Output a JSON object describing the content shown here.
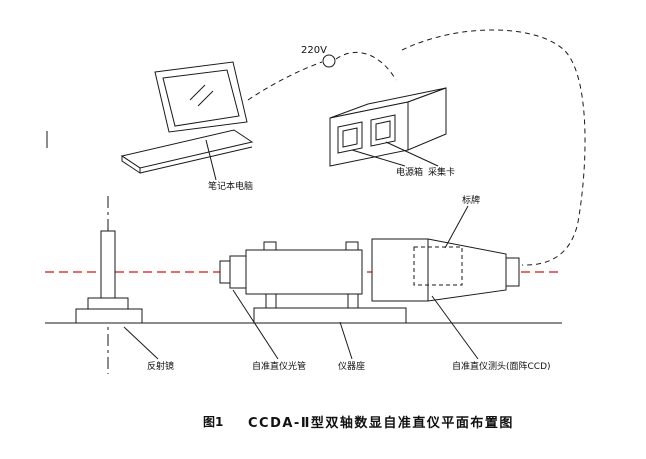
{
  "figure": {
    "caption_no": "图1",
    "caption_title": "CCDA-Ⅱ型双轴数显自准直仪平面布置图"
  },
  "labels": {
    "voltage": "220V",
    "laptop": "笔记本电脑",
    "power_box": "电源箱",
    "capture_card": "采集卡",
    "nameplate": "标牌",
    "reflector": "反射镜",
    "collimator_tube": "自准直仪光管",
    "instrument_base": "仪器座",
    "sensor_head": "自准直仪测头(面阵CCD)"
  },
  "colors": {
    "optical_axis": "#e03a3a",
    "ink": "#1a1a1a"
  }
}
